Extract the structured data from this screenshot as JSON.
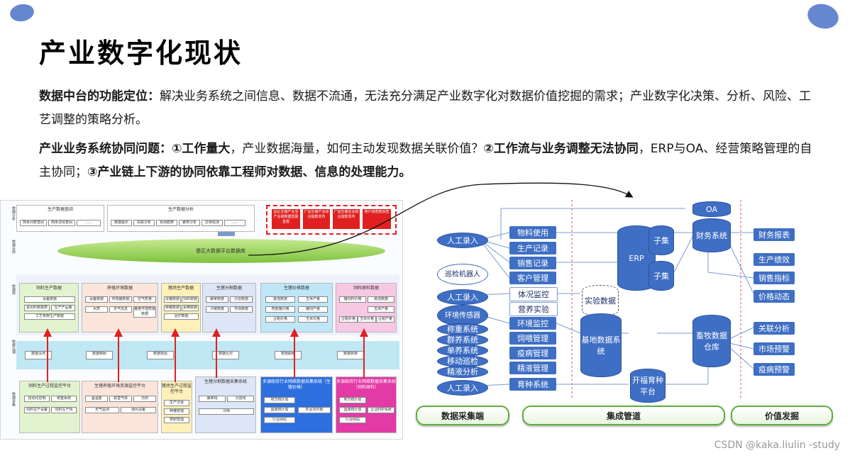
{
  "title": "产业数字化现状",
  "para1": {
    "bold": "数据中台的功能定位：",
    "text": "解决业务系统之间信息、数据不流通，无法充分满足产业数字化对数据价值挖掘的需求；产业数字化决策、分析、风险、工艺调整的策略分析。"
  },
  "para2": {
    "bold1": "产业业务系统协同问题：①工作量大",
    "text1": "，产业数据海量，如何主动发现数据关联价值？",
    "bold2": "②工作流与业务调整无法协同",
    "text2": "，ERP与OA、经营策略管理的自主协同；",
    "bold3": "③产业链上下游的协同依靠工程师对数据、信息的处理能力。"
  },
  "left": {
    "side_labels": [
      "数据分析",
      "数据仓库",
      "数据库",
      "数据治理",
      "数据采集"
    ],
    "top_left_title": "生产数据查阅",
    "top_left_boxes": [
      "简单列表查阅",
      "简单详情查阅",
      "……"
    ],
    "top_mid_title": "生产数据分析",
    "top_mid_boxes": [
      "数据展示",
      "关联分析",
      "预测趋势",
      "聚类分析",
      "异常检测",
      "……"
    ],
    "top_red_boxes": [
      "园区生猪产业全产业链数据直联直报",
      "广垦生猪产业综合指数发布",
      "广垦生猪全业综合指数发布",
      "用户调查度调查"
    ],
    "warehouse": "垦区大数据平台数据库",
    "db_panels": [
      {
        "title": "饲料生产数据",
        "items": [
          "设备数据",
          "进出料数据表",
          "生产产品量",
          "工艺参数生产数据"
        ]
      },
      {
        "title": "养殖环境数据",
        "items": [
          "设备数据",
          "传感器数据",
          "空气质量",
          "水质",
          "天气信息",
          "猪舍环境质量数据"
        ]
      },
      {
        "title": "猪场生产数据",
        "items": [
          "母猪数据",
          "饲料数据",
          "种猪数据",
          "采精数据",
          "治疗数据"
        ]
      },
      {
        "title": "生猪分割数据",
        "items": [
          "屠宰数据",
          "分割数据",
          "冷链数据",
          "市场数据"
        ]
      },
      {
        "title": "生猪价格数据",
        "items": [
          "其他数据",
          "玉米产量",
          "育肥猪价格",
          "猪饲产量",
          "豆粕价格",
          "玉米价格"
        ]
      },
      {
        "title": "饲料原料数据",
        "items": [
          "猪饲料价格",
          "其他数据",
          "玉米产量",
          "豆粕价格",
          "玉米价格",
          "豆粕产量"
        ]
      }
    ],
    "gov_boxes": [
      "数据清洗",
      "数据映射",
      "数据校验",
      "数据比对",
      "数据脱敏",
      "数据转换"
    ],
    "acq_panels": [
      {
        "title": "饲料生产过程监控平台",
        "items": [
          "自动化控制",
          "称重系统",
          "饲料生产设备",
          "饲料生产线"
        ]
      },
      {
        "title": "生猪养殖环境资源监控平台",
        "items": [
          "温湿度",
          "有害气体",
          "光照",
          "天气监测",
          "通风设备"
        ]
      },
      {
        "title": "猪场生产过程监控平台",
        "items": [
          "生产记录",
          "种猪管理",
          "育肥管理"
        ]
      },
      {
        "title": "生猪分割数据采集系统",
        "items": [
          "屠宰线",
          "分割线",
          "冷库"
        ]
      },
      {
        "title": "多源政府行业网络数据采集系统（生猪价格）",
        "items": [
          "地方统计局",
          "国家统计局",
          "行业网站",
          "农业农村部"
        ]
      },
      {
        "title": "多源政府行业网络数据采集系统（饲料原料）",
        "items": [
          "地方统计局",
          "国家统计局",
          "行业网站",
          "企业ERP系统"
        ]
      }
    ]
  },
  "right": {
    "inputs": [
      "人工录入",
      "巡检机器人",
      "人工录入",
      "环境传感器",
      "称重系统",
      "群养系统",
      "单养系统",
      "移动巡检",
      "精液分析",
      "人工录入"
    ],
    "modules": [
      "物料使用",
      "生产记录",
      "销售记录",
      "客户管理",
      "体况监控",
      "营养实验",
      "环境监控",
      "饲喂管理",
      "疫病管理",
      "精液管理",
      "育种系统"
    ],
    "erp": "ERP",
    "erp_sub": [
      "子集",
      "子集"
    ],
    "experiment": "实验数据",
    "base": "基地数据系统",
    "oa": "OA",
    "finance": "财务系统",
    "herd": "畜牧数据仓库",
    "breeding": "开福育种平台",
    "outputs": [
      "财务报表",
      "生产绩效",
      "销售指标",
      "价格动态",
      "关联分析",
      "市场预警",
      "疫病预警"
    ],
    "bottom": [
      "数据采集端",
      "集成管道",
      "价值发掘"
    ]
  },
  "watermark": "CSDN @kaka.liulin -study",
  "colors": {
    "accent": "#3f6fc4",
    "green": "#5cad3c",
    "red": "#e02020"
  }
}
